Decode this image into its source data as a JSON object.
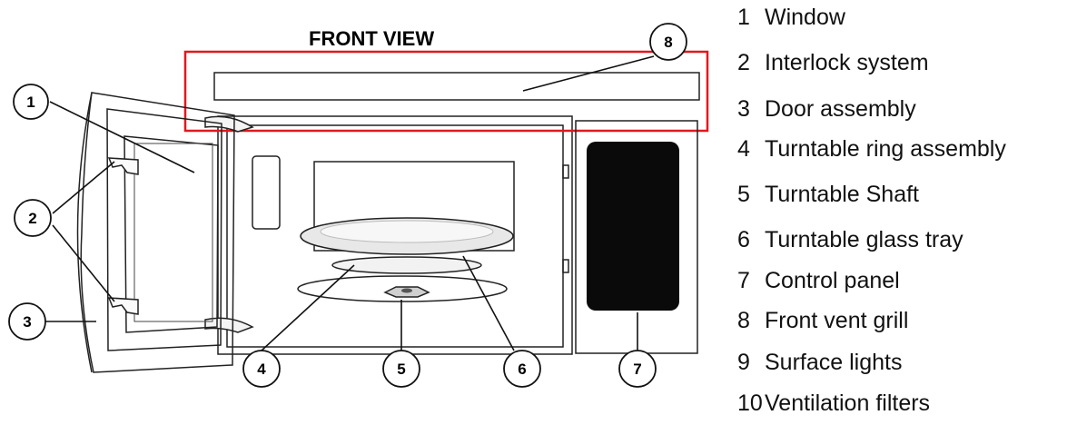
{
  "diagram": {
    "title": "FRONT VIEW",
    "callouts": [
      "1",
      "2",
      "3",
      "4",
      "5",
      "6",
      "7",
      "8"
    ]
  },
  "legend": {
    "items": [
      {
        "num": "1",
        "label": "Window"
      },
      {
        "num": "2",
        "label": "Interlock system"
      },
      {
        "num": "3",
        "label": "Door assembly"
      },
      {
        "num": "4",
        "label": "Turntable ring assembly"
      },
      {
        "num": "5",
        "label": "Turntable Shaft"
      },
      {
        "num": "6",
        "label": "Turntable glass  tray"
      },
      {
        "num": "7",
        "label": "Control panel"
      },
      {
        "num": "8",
        "label": "Front vent  grill"
      },
      {
        "num": "9",
        "label": "Surface lights"
      },
      {
        "num": "10",
        "label": "Ventilation filters"
      }
    ]
  },
  "colors": {
    "highlight": "#e0191e",
    "control_panel": "#0a0a0a",
    "line": "#222222"
  }
}
